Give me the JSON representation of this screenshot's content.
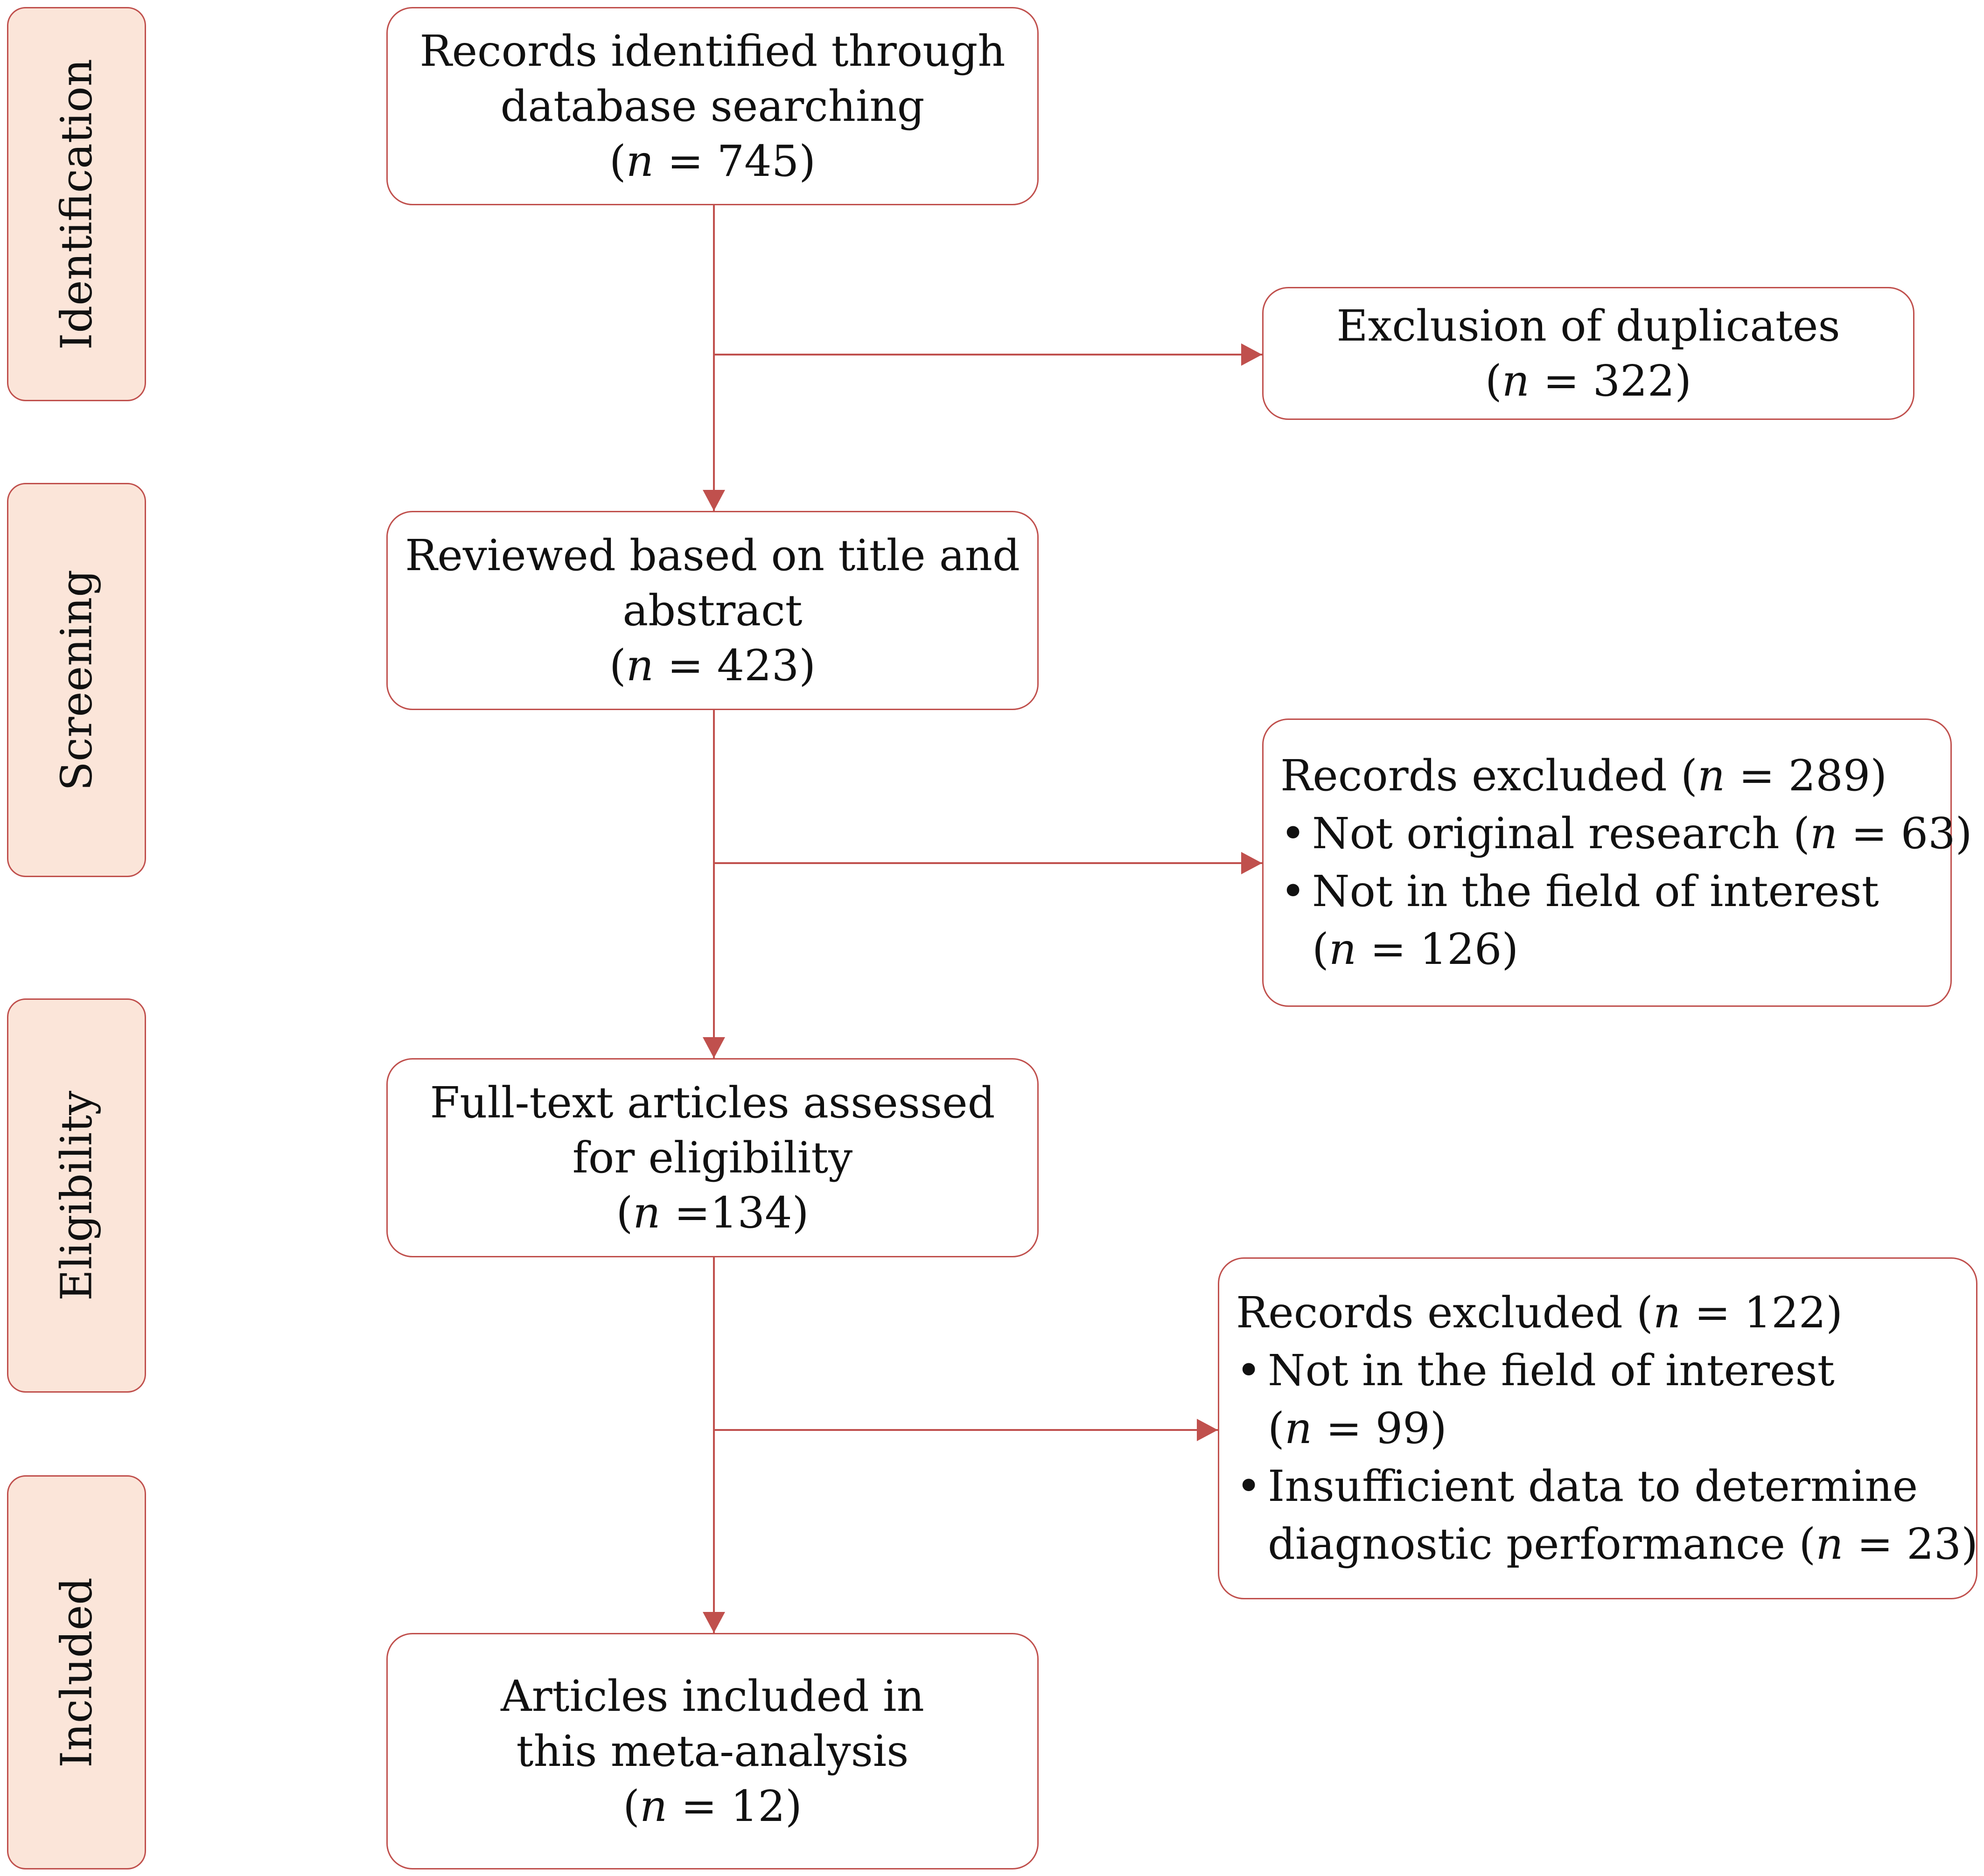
{
  "phases": {
    "identification": "Identification",
    "screening": "Screening",
    "eligibility": "Eligibility",
    "included": "Included"
  },
  "boxes": {
    "identified": {
      "line1": "Records identified through",
      "line2": "database searching",
      "count_prefix": "(",
      "count_n": "n",
      "count_rest": " = 745)"
    },
    "duplicates": {
      "line1": "Exclusion of duplicates",
      "count_prefix": "(",
      "count_n": "n",
      "count_rest": " = 322)"
    },
    "reviewed": {
      "line1": "Reviewed based on title and",
      "line2": "abstract",
      "count_prefix": "(",
      "count_n": "n",
      "count_rest": " = 423)"
    },
    "excluded_screening": {
      "head_text": "Records excluded (",
      "head_n": "n",
      "head_rest": " = 289)",
      "bullet": "•",
      "item1_text": "Not original research (",
      "item1_n": "n",
      "item1_rest": " =  63)",
      "item2_text": "Not in the field of interest",
      "item2b_prefix": "(",
      "item2b_n": "n",
      "item2b_rest": " = 126)"
    },
    "fulltext": {
      "line1": "Full-text articles assessed",
      "line2": "for eligibility",
      "count_prefix": "(",
      "count_n": "n",
      "count_rest": " =134)"
    },
    "excluded_eligibility": {
      "head_text": "Records excluded (",
      "head_n": "n",
      "head_rest": " = 122)",
      "bullet": "•",
      "item1_text": "Not in the field of interest",
      "item1b_prefix": "(",
      "item1b_n": "n",
      "item1b_rest": " = 99)",
      "item2_text": "Insufficient data to determine",
      "item2b_text": "diagnostic performance (",
      "item2b_n": "n",
      "item2b_rest": " = 23)"
    },
    "included": {
      "line1": "Articles included in",
      "line2": "this meta-analysis",
      "count_prefix": "(",
      "count_n": "n",
      "count_rest": " = 12)"
    }
  },
  "colors": {
    "border": "#c0504d",
    "phase_fill": "#fbe5d9",
    "arrow": "#c0504d"
  }
}
